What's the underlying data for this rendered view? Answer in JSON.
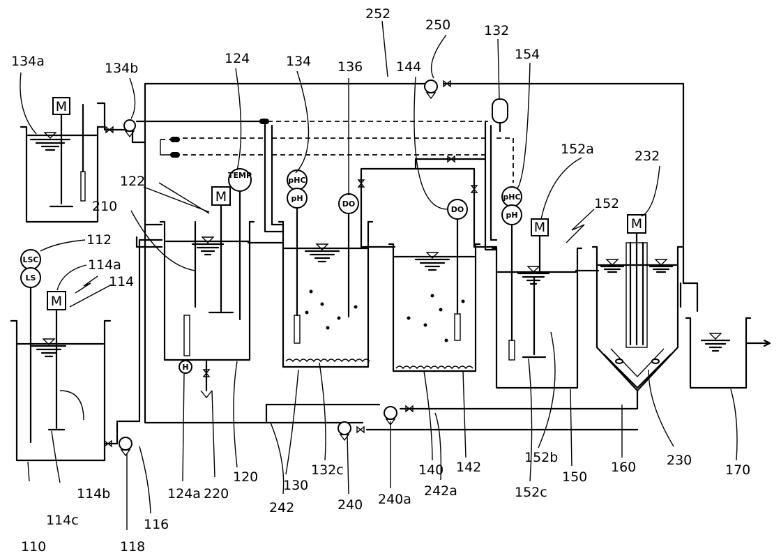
{
  "colors": {
    "line": "#000000",
    "background": "#ffffff"
  },
  "symbols": {
    "motor": "M",
    "ph": "pH",
    "phc": "pHC",
    "do": "DO",
    "temp": "TEMP",
    "lsc": "LSC",
    "ls": "LS",
    "heater": "H"
  },
  "refs": {
    "r110": "110",
    "r112": "112",
    "r114": "114",
    "r114a": "114a",
    "r114b": "114b",
    "r114c": "114c",
    "r116": "116",
    "r118": "118",
    "r120": "120",
    "r122": "122",
    "r124": "124",
    "r124a": "124a",
    "r130": "130",
    "r132": "132",
    "r132c": "132c",
    "r134": "134",
    "r134a": "134a",
    "r134b": "134b",
    "r136": "136",
    "r140": "140",
    "r142": "142",
    "r144": "144",
    "r150": "150",
    "r152": "152",
    "r152a": "152a",
    "r152b": "152b",
    "r152c": "152c",
    "r154": "154",
    "r160": "160",
    "r170": "170",
    "r210": "210",
    "r220": "220",
    "r230": "230",
    "r232": "232",
    "r240": "240",
    "r240a": "240a",
    "r242": "242",
    "r242a": "242a",
    "r250": "250",
    "r252": "252"
  }
}
